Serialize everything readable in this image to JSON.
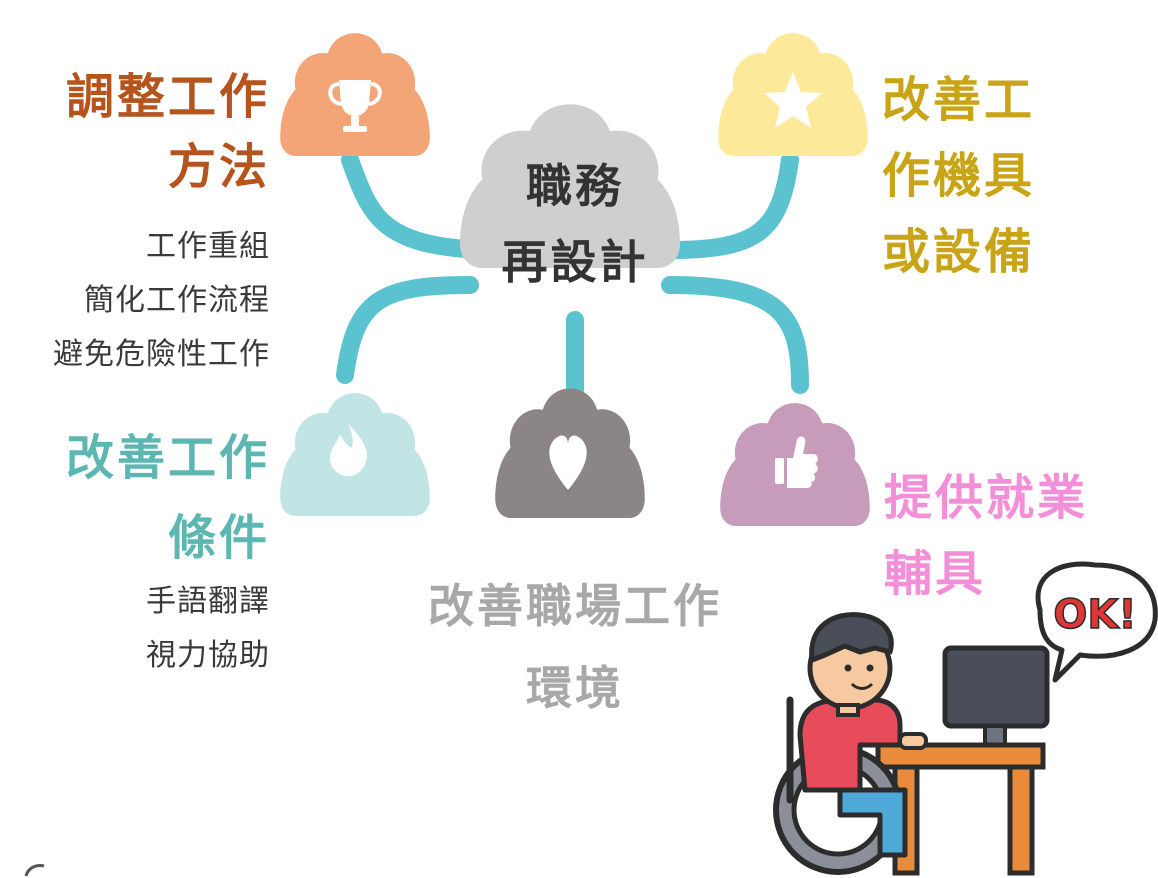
{
  "center": {
    "lines": [
      "職務",
      "再設計"
    ]
  },
  "nodes": {
    "top_left": {
      "title_lines": [
        "調整工作",
        "方法"
      ],
      "items": [
        "工作重組",
        "簡化工作流程",
        "避免危險性工作"
      ],
      "icon": "trophy-icon",
      "cloud_color": "#f3a578",
      "title_color": "#b5541c"
    },
    "top_right": {
      "title_lines": [
        "改善工",
        "作機具",
        "或設備"
      ],
      "icon": "star-icon",
      "cloud_color": "#fde99a",
      "title_color": "#c9a416"
    },
    "bottom_left": {
      "title_lines": [
        "改善工作",
        "條件"
      ],
      "items": [
        "手語翻譯",
        "視力協助"
      ],
      "icon": "flame-icon",
      "cloud_color": "#c1e4e4",
      "title_color": "#5cb7b3"
    },
    "bottom_center": {
      "title_lines": [
        "改善職場工作",
        "環境"
      ],
      "icon": "heart-icon",
      "cloud_color": "#8b8585",
      "title_color": "#a8a8a8"
    },
    "bottom_right": {
      "title_lines": [
        "提供就業",
        "輔具"
      ],
      "icon": "thumbs-up-icon",
      "cloud_color": "#c79cbb",
      "title_color": "#f28fd8"
    }
  },
  "illustration": {
    "speech_bubble_text": "OK!"
  },
  "colors": {
    "connector": "#5bc3cf",
    "center_cloud": "#d0cfd0"
  }
}
